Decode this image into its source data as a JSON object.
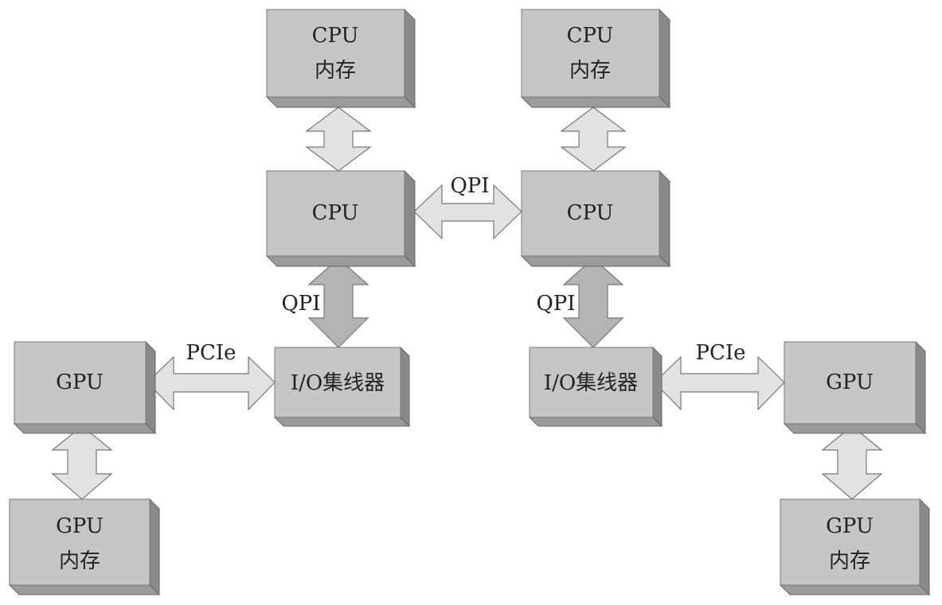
{
  "nodes": {
    "cpu_mem_left": {
      "line1": "CPU",
      "line2": "内存"
    },
    "cpu_mem_right": {
      "line1": "CPU",
      "line2": "内存"
    },
    "cpu_left": "CPU",
    "cpu_right": "CPU",
    "io_hub_left": "I/O集线器",
    "io_hub_right": "I/O集线器",
    "gpu_left": "GPU",
    "gpu_right": "GPU",
    "gpu_mem_left": {
      "line1": "GPU",
      "line2": "内存"
    },
    "gpu_mem_right": {
      "line1": "GPU",
      "line2": "内存"
    }
  },
  "links": {
    "cpu_cpu": "QPI",
    "cpu_io_left": "QPI",
    "cpu_io_right": "QPI",
    "pcie_left": "PCIe",
    "pcie_right": "PCIe"
  }
}
